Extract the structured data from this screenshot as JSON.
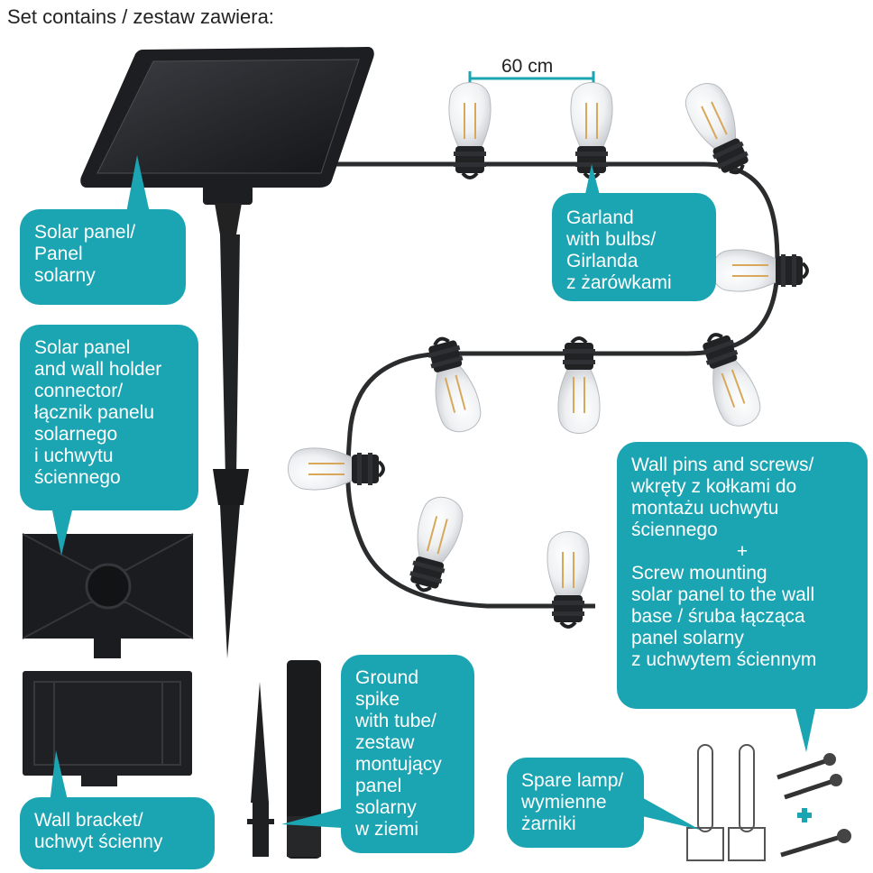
{
  "heading": "Set contains / zestaw zawiera:",
  "spacing_label": "60 cm",
  "accent_color": "#1ba4b2",
  "labels": {
    "solar_panel": [
      "Solar panel/",
      "Panel",
      "solarny"
    ],
    "connector": [
      "Solar panel",
      "and wall holder",
      "connector/",
      "łącznik panelu",
      "solarnego",
      "i uchwytu",
      "ściennego"
    ],
    "garland": [
      "Garland",
      "with bulbs/",
      "Girlanda",
      "z żarówkami"
    ],
    "wall_pins": [
      "Wall pins and screws/",
      "wkręty z kołkami do",
      "montażu uchwytu",
      "ściennego",
      "+",
      "Screw mounting",
      "solar panel to the wall",
      "base / śruba łącząca",
      "panel solarny",
      "z uchwytem ściennym"
    ],
    "ground_spike": [
      "Ground",
      "spike",
      "with tube/",
      "zestaw",
      "montujący",
      "panel",
      "solarny",
      "w ziemi"
    ],
    "wall_bracket": [
      "Wall bracket/",
      "uchwyt ścienny"
    ],
    "spare_lamp": [
      "Spare lamp/",
      "wymienne",
      "żarniki"
    ]
  }
}
